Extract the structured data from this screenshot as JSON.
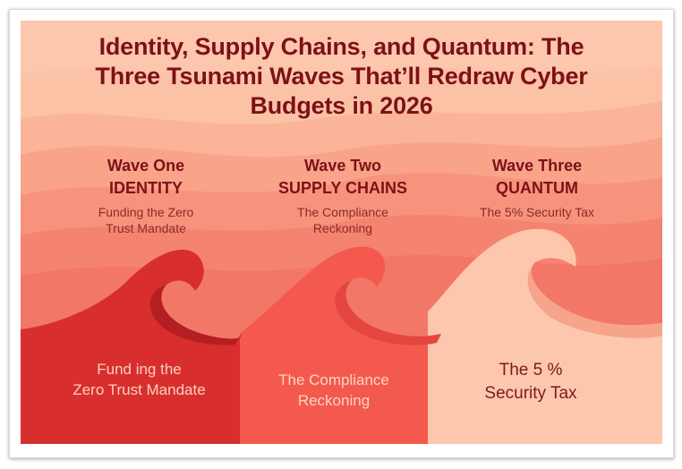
{
  "title": "Identity, Supply Chains, and Quantum: The Three Tsunami Waves That’ll Redraw Cyber Budgets in 2026",
  "title_lines": [
    "Identity, Supply Chains, and Quantum: The",
    "Three Tsunami Waves That’ll Redraw Cyber",
    "Budgets in 2026"
  ],
  "waves": [
    {
      "label": "Wave One",
      "name": "IDENTITY",
      "subtitle_lines": [
        "Funding the Zero",
        "Trust Mandate"
      ],
      "bottom_lines": [
        "Fund ing the",
        "Zero Trust Mandate"
      ],
      "color": "#d92e2e"
    },
    {
      "label": "Wave Two",
      "name": "SUPPLY CHAINS",
      "subtitle_lines": [
        "The Compliance",
        "Reckoning"
      ],
      "bottom_lines": [
        "The Compliance",
        "Reckoning"
      ],
      "color": "#f4594d"
    },
    {
      "label": "Wave Three",
      "name": "QUANTUM",
      "subtitle_lines": [
        "The 5% Security Tax"
      ],
      "bottom_lines": [
        "The 5 %",
        "Security Tax"
      ],
      "color": "#fcc7ad"
    }
  ],
  "colors": {
    "title": "#7d1117",
    "background": "#fcc7ad",
    "wave_one": "#d92e2e",
    "wave_two": "#f4594d",
    "wave_three": "#fcc7ad"
  }
}
